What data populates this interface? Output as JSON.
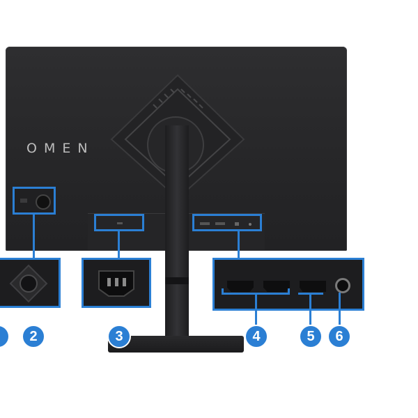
{
  "brand": {
    "logo_text": "OMEN"
  },
  "callouts": [
    {
      "number": "2",
      "part": "joystick"
    },
    {
      "number": "3",
      "part": "power-connector"
    },
    {
      "number": "4",
      "part": "hdmi-ports"
    },
    {
      "number": "5",
      "part": "displayport"
    },
    {
      "number": "6",
      "part": "audio-out-jack"
    }
  ],
  "colors": {
    "accent": "#2b7fd4",
    "monitor_body": "#2a2a2c",
    "logo": "#bdbdbd"
  }
}
